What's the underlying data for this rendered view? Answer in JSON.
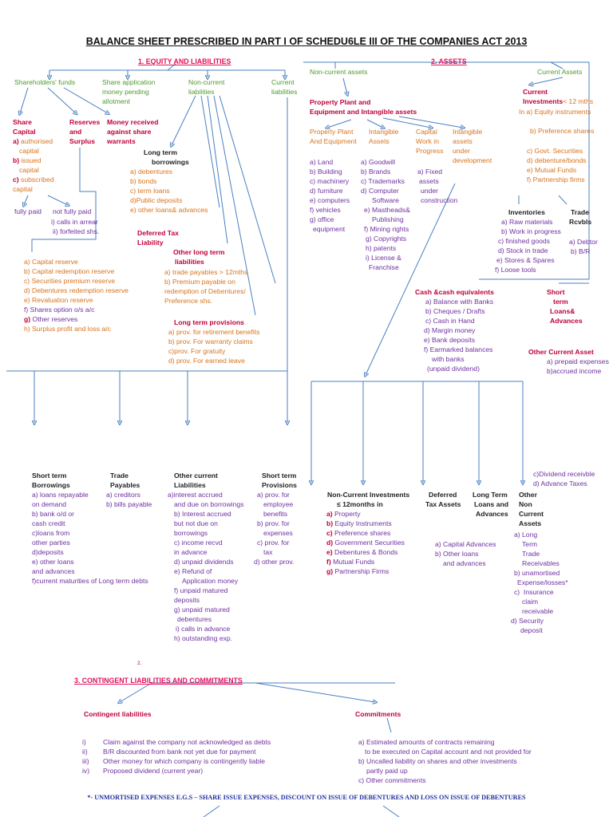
{
  "title": "BALANCE SHEET PRESCRIBED IN PART I OF SCHEDU6LE III OF THE COMPANIES ACT 2013",
  "sections": {
    "equity": "1. EQUITY AND LIABILITIES",
    "assets": "2. ASSETS",
    "contingent": "3. CONTINGENT LIABILITIES AND COMMITMENTS",
    "stray": "2."
  },
  "equity": {
    "shareholders_funds": "Shareholders' funds",
    "share_application": [
      "Share application",
      "money pending",
      "allotment"
    ],
    "non_current_liabilities": [
      "Non-current",
      "liabilities"
    ],
    "current_liabilities": [
      "Current",
      "liabilities"
    ],
    "share_capital": {
      "heading": [
        "Share",
        "Capital"
      ],
      "items": [
        {
          "marker": "a)",
          "text": "authorised"
        },
        {
          "marker": "",
          "text": "capital"
        },
        {
          "marker": "b)",
          "text": "issued"
        },
        {
          "marker": "",
          "text": "capital"
        },
        {
          "marker": "c)",
          "text": "subscribed"
        },
        {
          "marker": "",
          "text": "capital"
        }
      ],
      "fully_paid": "fully paid",
      "not_fully_paid": "not fully paid",
      "not_fully_paid_items": [
        "i) calls in arrear",
        "ii) forfeited shs."
      ]
    },
    "reserves_heading": [
      "Reserves",
      "and",
      "Surplus"
    ],
    "money_received": [
      "Money received",
      "against share",
      "warrants"
    ],
    "long_term_borrowings": {
      "heading": [
        "Long term",
        "borrowings"
      ],
      "items": [
        "a) debentures",
        "b) bonds",
        "c) term loans",
        "d)Public deposits",
        "e) other loans& advances"
      ]
    },
    "deferred_tax": [
      "Deferred Tax",
      "Liability"
    ],
    "other_long_term": {
      "heading": [
        "Other long term",
        "liabilities"
      ],
      "items": [
        "a) trade payables > 12mths",
        "b) Premium payable on",
        "redemption of Debentures/",
        "Preference shs."
      ]
    },
    "long_term_provisions": {
      "heading": "Long term provisions",
      "items": [
        "a) prov. for retirement benefits",
        "b) prov. For warranty claims",
        "c)prov. For gratuity",
        "d) prov. For earned leave"
      ]
    },
    "reserves_list": [
      {
        "marker": "a)",
        "text": "Capital reserve"
      },
      {
        "marker": "b)",
        "text": "Capital redemption reserve"
      },
      {
        "marker": "c)",
        "text": "Securities premium reserve"
      },
      {
        "marker": "d)",
        "text": "Debentures redemption reserve"
      },
      {
        "marker": "e)",
        "text": "Revaluation reserve"
      },
      {
        "marker": "f)",
        "text": "Shares option o/s a/c"
      },
      {
        "marker": "g)",
        "text": "Other reserves"
      },
      {
        "marker": "h)",
        "text": "Surplus profit and loss a/c"
      }
    ]
  },
  "current_liab_breakdown": {
    "short_term_borrowings": {
      "heading": [
        "Short term",
        "Borrowings"
      ],
      "items": [
        "a) loans repayable",
        "on demand",
        "b) bank o/d or",
        "cash credit",
        "c)loans from",
        "other parties",
        "d)deposits",
        "e) other loans",
        "and advances",
        "f)current maturities of Long term debts"
      ]
    },
    "trade_payables": {
      "heading": [
        "Trade",
        "Payables"
      ],
      "items": [
        "a) creditors",
        "b) bills payable"
      ]
    },
    "other_current_liabilities": {
      "heading": [
        "Other current",
        "Liabilities"
      ],
      "items": [
        "a)interest accrued",
        "and due on borrowings",
        "b) Interest accrued",
        "but not due on",
        "borrowings",
        "c) income recvd",
        "in advance",
        "d) unpaid dividends",
        "e) Refund of",
        "Application money",
        "f) unpaid matured",
        "deposits",
        "g) unpaid matured",
        "debentures",
        "i) calls in advance",
        "h) outstanding exp."
      ]
    },
    "short_term_provisions": {
      "heading": [
        "Short term",
        "Provisions"
      ],
      "items": [
        "a) prov. for",
        "employee",
        "benefits",
        "b) prov. for",
        "expenses",
        "c) prov. for",
        "tax",
        "d) other prov."
      ]
    }
  },
  "assets": {
    "non_current_assets": "Non-current assets",
    "current_assets": "Current Assets",
    "ppe_intangible": [
      "Property Plant and",
      "Equipment and Intangible assets"
    ],
    "ppe": {
      "heading": [
        "Property Plant",
        "And Equipment"
      ],
      "items": [
        "a) Land",
        "b) Building",
        "c) machinery",
        "d) furniture",
        "e) computers",
        "f) vehicles",
        "g) office",
        "equipment"
      ]
    },
    "intangible": {
      "heading": [
        "Intangible",
        "Assets"
      ],
      "items": [
        "a) Goodwill",
        "b) Brands",
        "c) Trademarks",
        "d) Computer",
        "Software",
        "e) Mastheads&",
        "Publishing",
        "f) Mining rights",
        "g) Copyrights",
        "h) patents",
        "i) License &",
        "Franchise"
      ]
    },
    "cwip": {
      "heading": [
        "Capital",
        "Work in",
        "Progress"
      ],
      "items": [
        "a) Fixed",
        "assets",
        "under",
        "construction"
      ]
    },
    "intangible_dev": [
      "Intangible",
      "assets",
      "under",
      "development"
    ],
    "current_investments": {
      "heading": [
        "Current",
        "Investments"
      ],
      "heading_suffix": "< 12 mths",
      "items": [
        "In a) Equity instruments",
        "b) Preference shares",
        "c) Govt. Securities",
        "d) debenture/bonds",
        "e) Mutual Funds",
        "f) Partnership firms"
      ]
    },
    "inventories": {
      "heading": "Inventories",
      "items": [
        "a) Raw materials",
        "b) Work in progress",
        "c) finished goods",
        "d) Stock in trade",
        "e) Stores & Spares",
        "f) Loose tools"
      ]
    },
    "trade_receivables": {
      "heading": [
        "Trade",
        "Rcvbls"
      ],
      "items": [
        "a) Debtor",
        "b) B/R"
      ]
    },
    "cash": {
      "heading": "Cash &cash equivalents",
      "items": [
        "a) Balance with Banks",
        "b) Cheques / Drafts",
        "c) Cash in Hand",
        "d) Margin money",
        "e) Bank deposits",
        "f) Earmarked balances",
        "with banks",
        "(unpaid dividend)"
      ]
    },
    "short_term_loans": [
      "Short",
      "term",
      "Loans&",
      "Advances"
    ],
    "other_current_asset": {
      "heading": "Other Current Asset",
      "items": [
        "a) prepaid expenses",
        "b)accrued income"
      ]
    }
  },
  "non_current_breakdown": {
    "nci": {
      "heading": [
        "Non-Current Investments",
        "≤ 12months in"
      ],
      "items": [
        {
          "marker": "a)",
          "text": "Property"
        },
        {
          "marker": "b)",
          "text": "Equity Instruments"
        },
        {
          "marker": "c)",
          "text": "Preference shares"
        },
        {
          "marker": "d)",
          "text": "Government Securities"
        },
        {
          "marker": "e)",
          "text": "Debentures & Bonds"
        },
        {
          "marker": "f)",
          "text": "Mutual Funds"
        },
        {
          "marker": "g)",
          "text": "Partnership Firms"
        }
      ]
    },
    "deferred_tax_assets": [
      "Deferred",
      "Tax Assets"
    ],
    "long_term_loans": {
      "heading": [
        "Long Term",
        "Loans and",
        "Advances"
      ],
      "items": [
        "a) Capital Advances",
        "b) Other loans",
        "and advances"
      ]
    },
    "other_non_current": {
      "pre_items": [
        "c)Dividend receivble",
        "d) Advance Taxes"
      ],
      "heading": [
        "Other",
        "Non",
        "Current",
        "Assets"
      ],
      "items": [
        "a) Long",
        "Term",
        "Trade",
        "Receivables",
        "b) unamortised",
        "Expense/losses*",
        "c)  Insurance",
        "claim",
        "receivable",
        "d) Security",
        "deposit"
      ]
    }
  },
  "contingent": {
    "liabilities_heading": "Contingent liabilities",
    "commitments_heading": "Commitments",
    "liabilities_items": [
      {
        "marker": "i)",
        "text": "Claim against the company not acknowledged as debts"
      },
      {
        "marker": "ii)",
        "text": "B/R discounted from bank not yet due for payment"
      },
      {
        "marker": "iii)",
        "text": "Other money for which company is contingently liable"
      },
      {
        "marker": "iv)",
        "text": "Proposed dividend (current year)"
      }
    ],
    "commitments_items": [
      "a) Estimated amounts of contracts remaining",
      "to be executed on Capital account and not provided for",
      "b) Uncalled liability on shares and other investments",
      "partly paid up",
      "c) Other commitments"
    ]
  },
  "footnote": "*- UNMORTISED EXPENSES E.G.S – SHARE ISSUE EXPENSES, DISCOUNT ON ISSUE OF DEBENTURES AND LOSS ON ISSUE OF DEBENTURES",
  "colors": {
    "group_heading": "#4e9a2e",
    "subhead": "#c0003a",
    "item_orange": "#d9731a",
    "item_purple": "#7030a0",
    "connector": "#4a7fc1",
    "section_title": "#e0105c",
    "footnote": "#1f2f9f"
  }
}
